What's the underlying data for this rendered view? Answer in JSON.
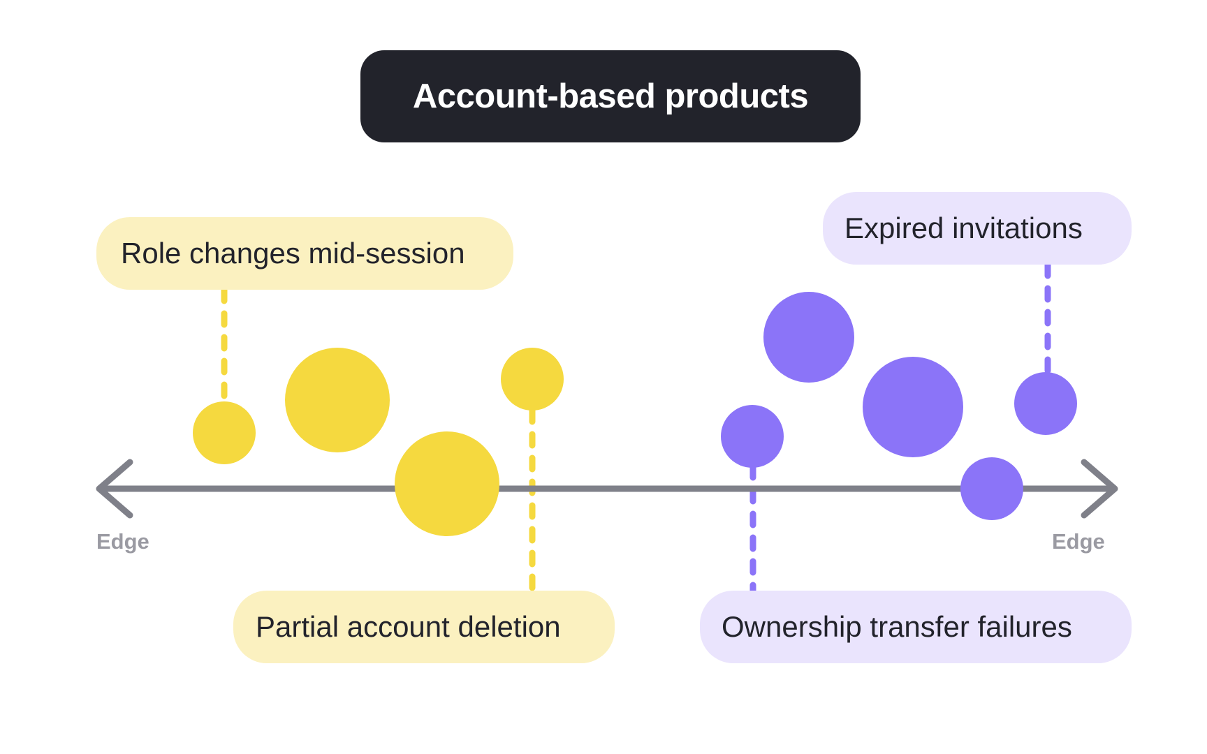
{
  "title": {
    "text": "Account-based products",
    "pill_color": "#22232B",
    "text_color": "#FFFFFF"
  },
  "axis": {
    "left_cap": "Edge",
    "right_cap": "Edge",
    "color": "#7F8089",
    "double_headed": true
  },
  "palette": {
    "yellow_bubble": "#F5D93F",
    "purple_bubble": "#8B74F8",
    "yellow_pill": "#FBF1C0",
    "purple_pill": "#EAE4FD",
    "axis_gray": "#7F8089",
    "edge_caption_gray": "#9A9AA2",
    "ink": "#22232B",
    "background": "#FFFFFF"
  },
  "callouts": [
    {
      "id": "role-changes-mid-session",
      "text": "Role changes mid-session",
      "side": "left",
      "group": "yellow",
      "position": "above-axis"
    },
    {
      "id": "expired-invitations",
      "text": "Expired invitations",
      "side": "right",
      "group": "purple",
      "position": "above-axis"
    },
    {
      "id": "partial-account-deletion",
      "text": "Partial account deletion",
      "side": "left",
      "group": "yellow",
      "position": "below-axis"
    },
    {
      "id": "ownership-transfer-failures",
      "text": "Ownership transfer failures",
      "side": "right",
      "group": "purple",
      "position": "below-axis"
    }
  ],
  "chart_data": {
    "type": "scatter",
    "title": "Account-based products",
    "xlabel": "",
    "ylabel": "",
    "xlim": [
      0,
      1728
    ],
    "ylim": [
      0,
      1080
    ],
    "grid": false,
    "legend": "none",
    "axis_y": 700,
    "axis_x_start": 138,
    "axis_x_end": 1600,
    "axis_tick_labels": [
      "Edge",
      "Edge"
    ],
    "series": [
      {
        "name": "yellow",
        "color": "#F5D93F",
        "points": [
          {
            "cx": 321,
            "cy": 620,
            "r": 45
          },
          {
            "cx": 483,
            "cy": 573,
            "r": 75
          },
          {
            "cx": 640,
            "cy": 693,
            "r": 75
          },
          {
            "cx": 762,
            "cy": 543,
            "r": 45
          }
        ]
      },
      {
        "name": "purple",
        "color": "#8B74F8",
        "points": [
          {
            "cx": 1077,
            "cy": 625,
            "r": 45
          },
          {
            "cx": 1158,
            "cy": 483,
            "r": 65
          },
          {
            "cx": 1307,
            "cy": 583,
            "r": 72
          },
          {
            "cx": 1497,
            "cy": 578,
            "r": 45
          },
          {
            "cx": 1420,
            "cy": 700,
            "r": 45
          }
        ]
      }
    ],
    "connectors": [
      {
        "label": "Role changes mid-session",
        "x": 321,
        "y1": 415,
        "y2": 577,
        "color": "#F5D93F"
      },
      {
        "label": "Expired invitations",
        "x": 1500,
        "y1": 379,
        "y2": 535,
        "color": "#8B74F8"
      },
      {
        "label": "Partial account deletion",
        "x": 762,
        "y1": 588,
        "y2": 846,
        "color": "#F5D93F"
      },
      {
        "label": "Ownership transfer failures",
        "x": 1078,
        "y1": 670,
        "y2": 846,
        "color": "#8B74F8"
      }
    ]
  }
}
